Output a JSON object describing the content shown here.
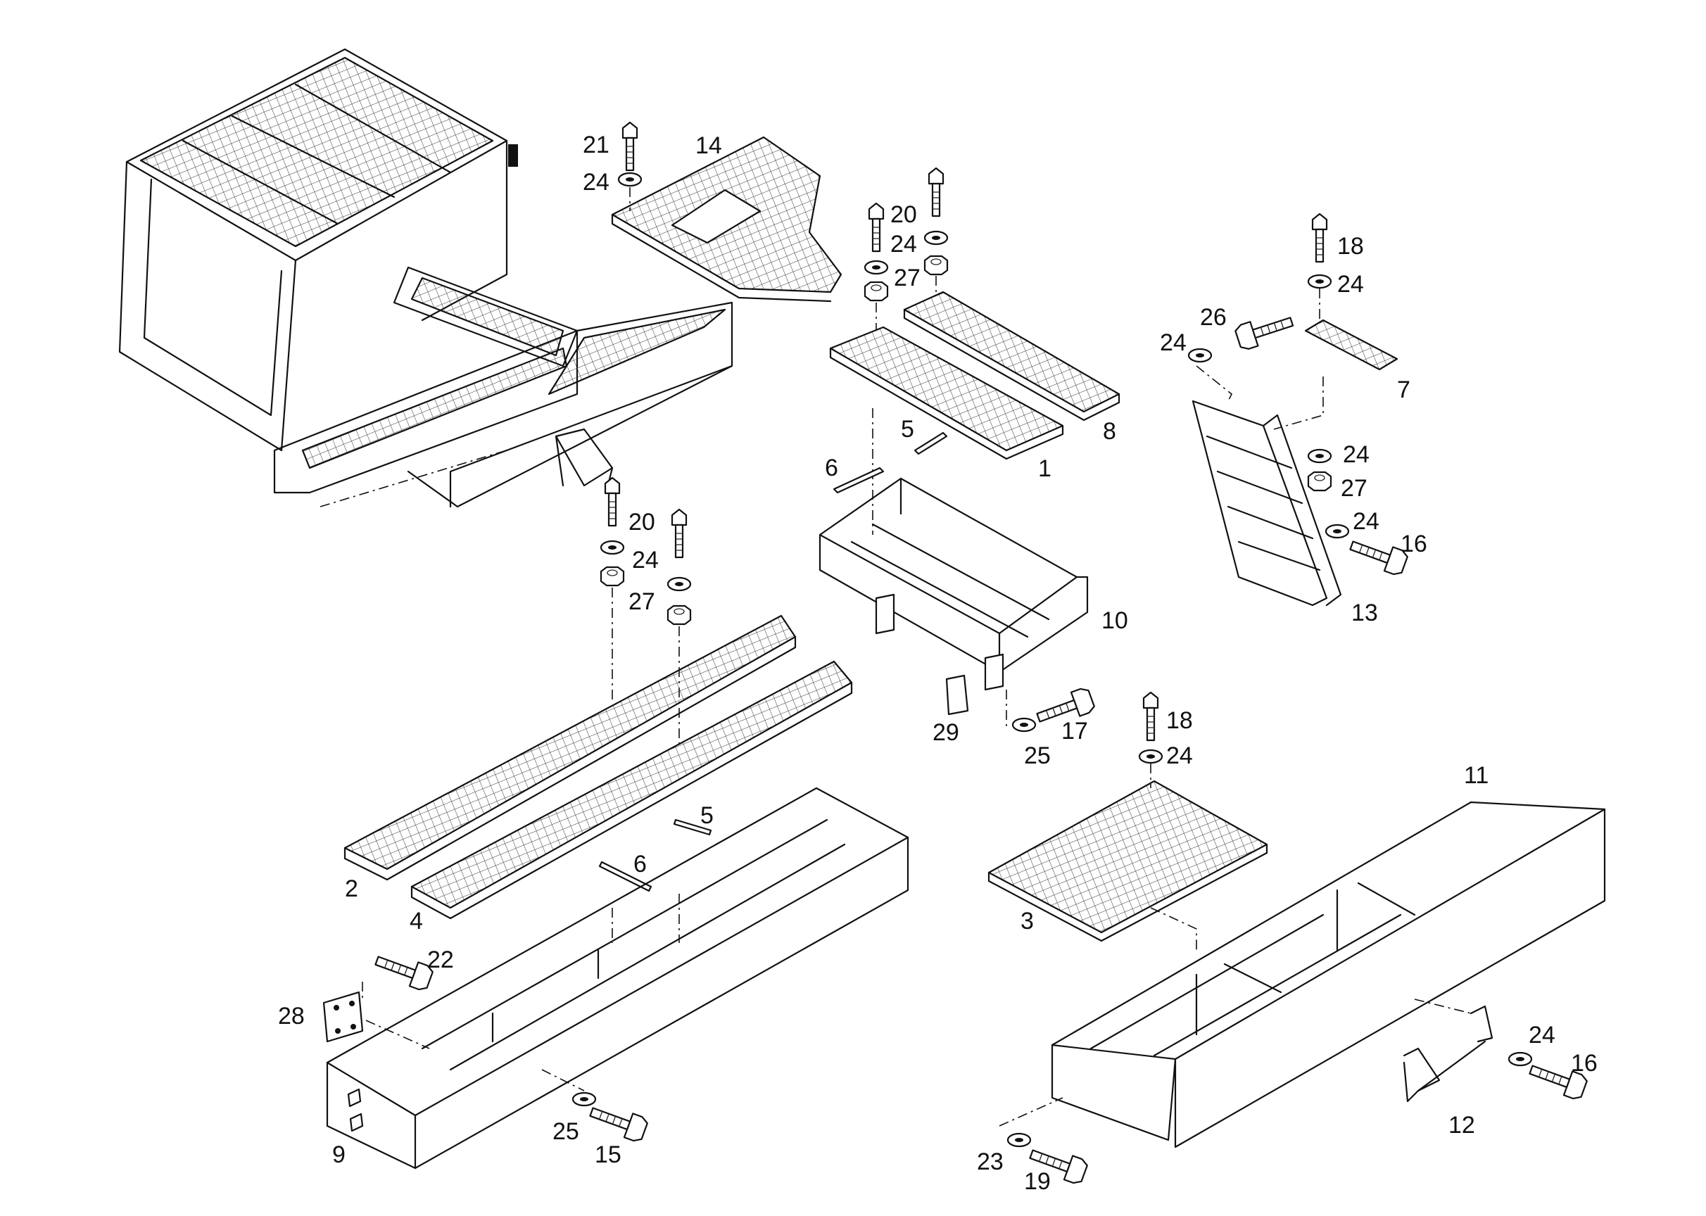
{
  "labels": {
    "p1": "1",
    "p2": "2",
    "p3": "3",
    "p4": "4",
    "p5a": "5",
    "p5b": "5",
    "p6a": "6",
    "p6b": "6",
    "p7": "7",
    "p8": "8",
    "p9": "9",
    "p10": "10",
    "p11": "11",
    "p12": "12",
    "p13": "13",
    "p14": "14",
    "p15": "15",
    "p16a": "16",
    "p16b": "16",
    "p17": "17",
    "p18a": "18",
    "p18b": "18",
    "p19": "19",
    "p20a": "20",
    "p20b": "20",
    "p21": "21",
    "p22": "22",
    "p23": "23",
    "p24a": "24",
    "p24b": "24",
    "p24c": "24",
    "p24d": "24",
    "p24e": "24",
    "p24f": "24",
    "p24g": "24",
    "p24h": "24",
    "p24i": "24",
    "p25a": "25",
    "p25b": "25",
    "p26": "26",
    "p27a": "27",
    "p27b": "27",
    "p27c": "27",
    "p28": "28",
    "p29": "29"
  }
}
